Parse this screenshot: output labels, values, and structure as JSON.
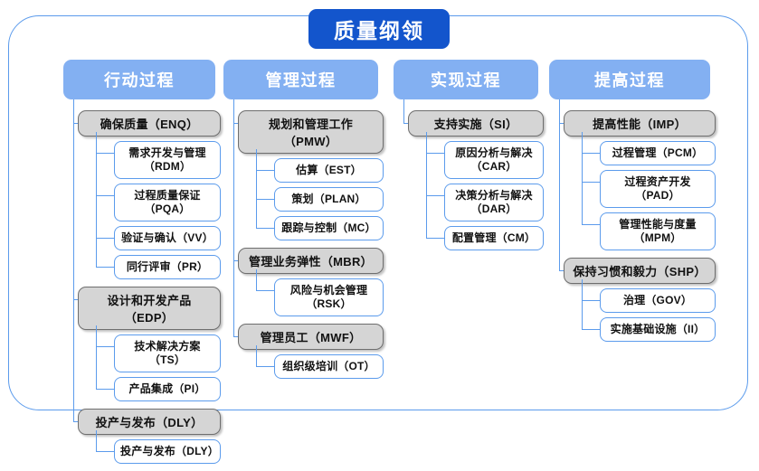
{
  "diagram": {
    "title": "质量纲领",
    "frame_color": "#5b9bec",
    "title_color": "#1355cc",
    "header_color": "#83b0f2",
    "group_fill": "#d5d5d5",
    "child_fill": "#ffffff"
  },
  "columns": [
    {
      "header": "行动过程",
      "groups": [
        {
          "label": "确保质量（ENQ）",
          "children": [
            {
              "label": "需求开发与管理（RDM）"
            },
            {
              "label": "过程质量保证（PQA）"
            },
            {
              "label": "验证与确认（VV）"
            },
            {
              "label": "同行评审（PR）"
            }
          ]
        },
        {
          "label": "设计和开发产品（EDP）",
          "children": [
            {
              "label": "技术解决方案（TS）"
            },
            {
              "label": "产品集成（PI）"
            }
          ]
        },
        {
          "label": "投产与发布（DLY）",
          "children": [
            {
              "label": "投产与发布（DLY）"
            }
          ]
        }
      ]
    },
    {
      "header": "管理过程",
      "groups": [
        {
          "label": "规划和管理工作（PMW）",
          "children": [
            {
              "label": "估算（EST）"
            },
            {
              "label": "策划（PLAN）"
            },
            {
              "label": "跟踪与控制（MC）"
            }
          ]
        },
        {
          "label": "管理业务弹性（MBR）",
          "children": [
            {
              "label": "风险与机会管理（RSK）"
            }
          ]
        },
        {
          "label": "管理员工（MWF）",
          "children": [
            {
              "label": "组织级培训（OT）"
            }
          ]
        }
      ]
    },
    {
      "header": "实现过程",
      "groups": [
        {
          "label": "支持实施（SI）",
          "children": [
            {
              "label": "原因分析与解决（CAR）"
            },
            {
              "label": "决策分析与解决（DAR）"
            },
            {
              "label": "配置管理（CM）"
            }
          ]
        }
      ]
    },
    {
      "header": "提高过程",
      "groups": [
        {
          "label": "提高性能（IMP）",
          "children": [
            {
              "label": "过程管理（PCM）"
            },
            {
              "label": "过程资产开发（PAD）"
            },
            {
              "label": "管理性能与度量（MPM）"
            }
          ]
        },
        {
          "label": "保持习惯和毅力（SHP）",
          "children": [
            {
              "label": "治理（GOV）"
            },
            {
              "label": "实施基础设施（II）"
            }
          ]
        }
      ]
    }
  ]
}
